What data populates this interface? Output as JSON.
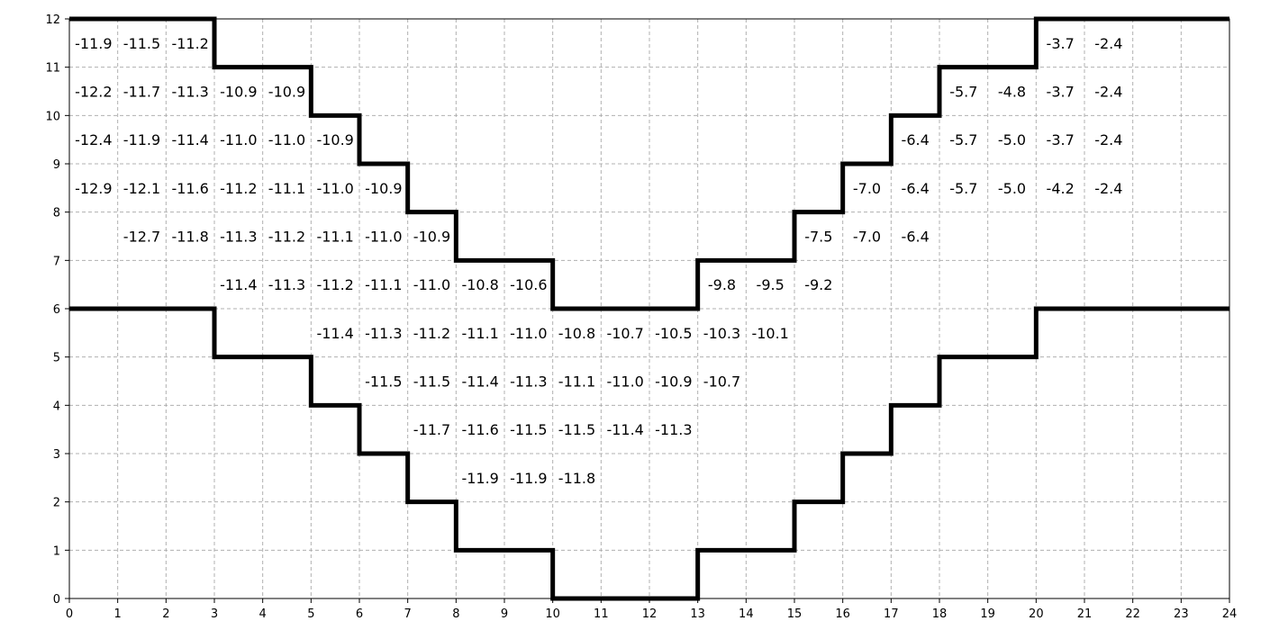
{
  "chart_data": {
    "type": "heatmap",
    "title": "",
    "xlabel": "",
    "ylabel": "",
    "xlim": [
      0,
      24
    ],
    "ylim": [
      0,
      12
    ],
    "x_ticks": [
      "0",
      "1",
      "2",
      "3",
      "4",
      "5",
      "6",
      "7",
      "8",
      "9",
      "10",
      "11",
      "12",
      "13",
      "14",
      "15",
      "16",
      "17",
      "18",
      "19",
      "20",
      "21",
      "22",
      "23",
      "24"
    ],
    "y_ticks": [
      "0",
      "1",
      "2",
      "3",
      "4",
      "5",
      "6",
      "7",
      "8",
      "9",
      "10",
      "11",
      "12"
    ],
    "grid": true,
    "grid_style": "dashed",
    "cells": [
      {
        "x": 0,
        "y": 11,
        "label": "-11.9"
      },
      {
        "x": 1,
        "y": 11,
        "label": "-11.5"
      },
      {
        "x": 2,
        "y": 11,
        "label": "-11.2"
      },
      {
        "x": 20,
        "y": 11,
        "label": "-3.7"
      },
      {
        "x": 21,
        "y": 11,
        "label": "-2.4"
      },
      {
        "x": 0,
        "y": 10,
        "label": "-12.2"
      },
      {
        "x": 1,
        "y": 10,
        "label": "-11.7"
      },
      {
        "x": 2,
        "y": 10,
        "label": "-11.3"
      },
      {
        "x": 3,
        "y": 10,
        "label": "-10.9"
      },
      {
        "x": 4,
        "y": 10,
        "label": "-10.9"
      },
      {
        "x": 18,
        "y": 10,
        "label": "-5.7"
      },
      {
        "x": 19,
        "y": 10,
        "label": "-4.8"
      },
      {
        "x": 20,
        "y": 10,
        "label": "-3.7"
      },
      {
        "x": 21,
        "y": 10,
        "label": "-2.4"
      },
      {
        "x": 0,
        "y": 9,
        "label": "-12.4"
      },
      {
        "x": 1,
        "y": 9,
        "label": "-11.9"
      },
      {
        "x": 2,
        "y": 9,
        "label": "-11.4"
      },
      {
        "x": 3,
        "y": 9,
        "label": "-11.0"
      },
      {
        "x": 4,
        "y": 9,
        "label": "-11.0"
      },
      {
        "x": 5,
        "y": 9,
        "label": "-10.9"
      },
      {
        "x": 17,
        "y": 9,
        "label": "-6.4"
      },
      {
        "x": 18,
        "y": 9,
        "label": "-5.7"
      },
      {
        "x": 19,
        "y": 9,
        "label": "-5.0"
      },
      {
        "x": 20,
        "y": 9,
        "label": "-3.7"
      },
      {
        "x": 21,
        "y": 9,
        "label": "-2.4"
      },
      {
        "x": 0,
        "y": 8,
        "label": "-12.9"
      },
      {
        "x": 1,
        "y": 8,
        "label": "-12.1"
      },
      {
        "x": 2,
        "y": 8,
        "label": "-11.6"
      },
      {
        "x": 3,
        "y": 8,
        "label": "-11.2"
      },
      {
        "x": 4,
        "y": 8,
        "label": "-11.1"
      },
      {
        "x": 5,
        "y": 8,
        "label": "-11.0"
      },
      {
        "x": 6,
        "y": 8,
        "label": "-10.9"
      },
      {
        "x": 16,
        "y": 8,
        "label": "-7.0"
      },
      {
        "x": 17,
        "y": 8,
        "label": "-6.4"
      },
      {
        "x": 18,
        "y": 8,
        "label": "-5.7"
      },
      {
        "x": 19,
        "y": 8,
        "label": "-5.0"
      },
      {
        "x": 20,
        "y": 8,
        "label": "-4.2"
      },
      {
        "x": 21,
        "y": 8,
        "label": "-2.4"
      },
      {
        "x": 1,
        "y": 7,
        "label": "-12.7"
      },
      {
        "x": 2,
        "y": 7,
        "label": "-11.8"
      },
      {
        "x": 3,
        "y": 7,
        "label": "-11.3"
      },
      {
        "x": 4,
        "y": 7,
        "label": "-11.2"
      },
      {
        "x": 5,
        "y": 7,
        "label": "-11.1"
      },
      {
        "x": 6,
        "y": 7,
        "label": "-11.0"
      },
      {
        "x": 7,
        "y": 7,
        "label": "-10.9"
      },
      {
        "x": 15,
        "y": 7,
        "label": "-7.5"
      },
      {
        "x": 16,
        "y": 7,
        "label": "-7.0"
      },
      {
        "x": 17,
        "y": 7,
        "label": "-6.4"
      },
      {
        "x": 3,
        "y": 6,
        "label": "-11.4"
      },
      {
        "x": 4,
        "y": 6,
        "label": "-11.3"
      },
      {
        "x": 5,
        "y": 6,
        "label": "-11.2"
      },
      {
        "x": 6,
        "y": 6,
        "label": "-11.1"
      },
      {
        "x": 7,
        "y": 6,
        "label": "-11.0"
      },
      {
        "x": 8,
        "y": 6,
        "label": "-10.8"
      },
      {
        "x": 9,
        "y": 6,
        "label": "-10.6"
      },
      {
        "x": 13,
        "y": 6,
        "label": "-9.8"
      },
      {
        "x": 14,
        "y": 6,
        "label": "-9.5"
      },
      {
        "x": 15,
        "y": 6,
        "label": "-9.2"
      },
      {
        "x": 5,
        "y": 5,
        "label": "-11.4"
      },
      {
        "x": 6,
        "y": 5,
        "label": "-11.3"
      },
      {
        "x": 7,
        "y": 5,
        "label": "-11.2"
      },
      {
        "x": 8,
        "y": 5,
        "label": "-11.1"
      },
      {
        "x": 9,
        "y": 5,
        "label": "-11.0"
      },
      {
        "x": 10,
        "y": 5,
        "label": "-10.8"
      },
      {
        "x": 11,
        "y": 5,
        "label": "-10.7"
      },
      {
        "x": 12,
        "y": 5,
        "label": "-10.5"
      },
      {
        "x": 13,
        "y": 5,
        "label": "-10.3"
      },
      {
        "x": 14,
        "y": 5,
        "label": "-10.1"
      },
      {
        "x": 6,
        "y": 4,
        "label": "-11.5"
      },
      {
        "x": 7,
        "y": 4,
        "label": "-11.5"
      },
      {
        "x": 8,
        "y": 4,
        "label": "-11.4"
      },
      {
        "x": 9,
        "y": 4,
        "label": "-11.3"
      },
      {
        "x": 10,
        "y": 4,
        "label": "-11.1"
      },
      {
        "x": 11,
        "y": 4,
        "label": "-11.0"
      },
      {
        "x": 12,
        "y": 4,
        "label": "-10.9"
      },
      {
        "x": 13,
        "y": 4,
        "label": "-10.7"
      },
      {
        "x": 7,
        "y": 3,
        "label": "-11.7"
      },
      {
        "x": 8,
        "y": 3,
        "label": "-11.6"
      },
      {
        "x": 9,
        "y": 3,
        "label": "-11.5"
      },
      {
        "x": 10,
        "y": 3,
        "label": "-11.5"
      },
      {
        "x": 11,
        "y": 3,
        "label": "-11.4"
      },
      {
        "x": 12,
        "y": 3,
        "label": "-11.3"
      },
      {
        "x": 8,
        "y": 2,
        "label": "-11.9"
      },
      {
        "x": 9,
        "y": 2,
        "label": "-11.9"
      },
      {
        "x": 10,
        "y": 2,
        "label": "-11.8"
      }
    ],
    "boundaries": [
      {
        "name": "",
        "points": [
          [
            0,
            12
          ],
          [
            3,
            12
          ],
          [
            3,
            11
          ],
          [
            5,
            11
          ],
          [
            5,
            10
          ],
          [
            6,
            10
          ],
          [
            6,
            9
          ],
          [
            7,
            9
          ],
          [
            7,
            8
          ],
          [
            8,
            8
          ],
          [
            8,
            7
          ],
          [
            10,
            7
          ],
          [
            10,
            6
          ],
          [
            13,
            6
          ],
          [
            13,
            7
          ],
          [
            15,
            7
          ],
          [
            15,
            8
          ],
          [
            16,
            8
          ],
          [
            16,
            9
          ],
          [
            17,
            9
          ],
          [
            17,
            10
          ],
          [
            18,
            10
          ],
          [
            18,
            11
          ],
          [
            20,
            11
          ],
          [
            20,
            12
          ],
          [
            24,
            12
          ]
        ]
      },
      {
        "name": "",
        "points": [
          [
            0,
            6
          ],
          [
            3,
            6
          ],
          [
            3,
            5
          ],
          [
            5,
            5
          ],
          [
            5,
            4
          ],
          [
            6,
            4
          ],
          [
            6,
            3
          ],
          [
            7,
            3
          ],
          [
            7,
            2
          ],
          [
            8,
            2
          ],
          [
            8,
            1
          ],
          [
            10,
            1
          ],
          [
            10,
            0
          ],
          [
            13,
            0
          ],
          [
            13,
            1
          ],
          [
            15,
            1
          ],
          [
            15,
            2
          ],
          [
            16,
            2
          ],
          [
            16,
            3
          ],
          [
            17,
            3
          ],
          [
            17,
            4
          ],
          [
            18,
            4
          ],
          [
            18,
            5
          ],
          [
            20,
            5
          ],
          [
            20,
            6
          ],
          [
            24,
            6
          ]
        ]
      }
    ]
  }
}
